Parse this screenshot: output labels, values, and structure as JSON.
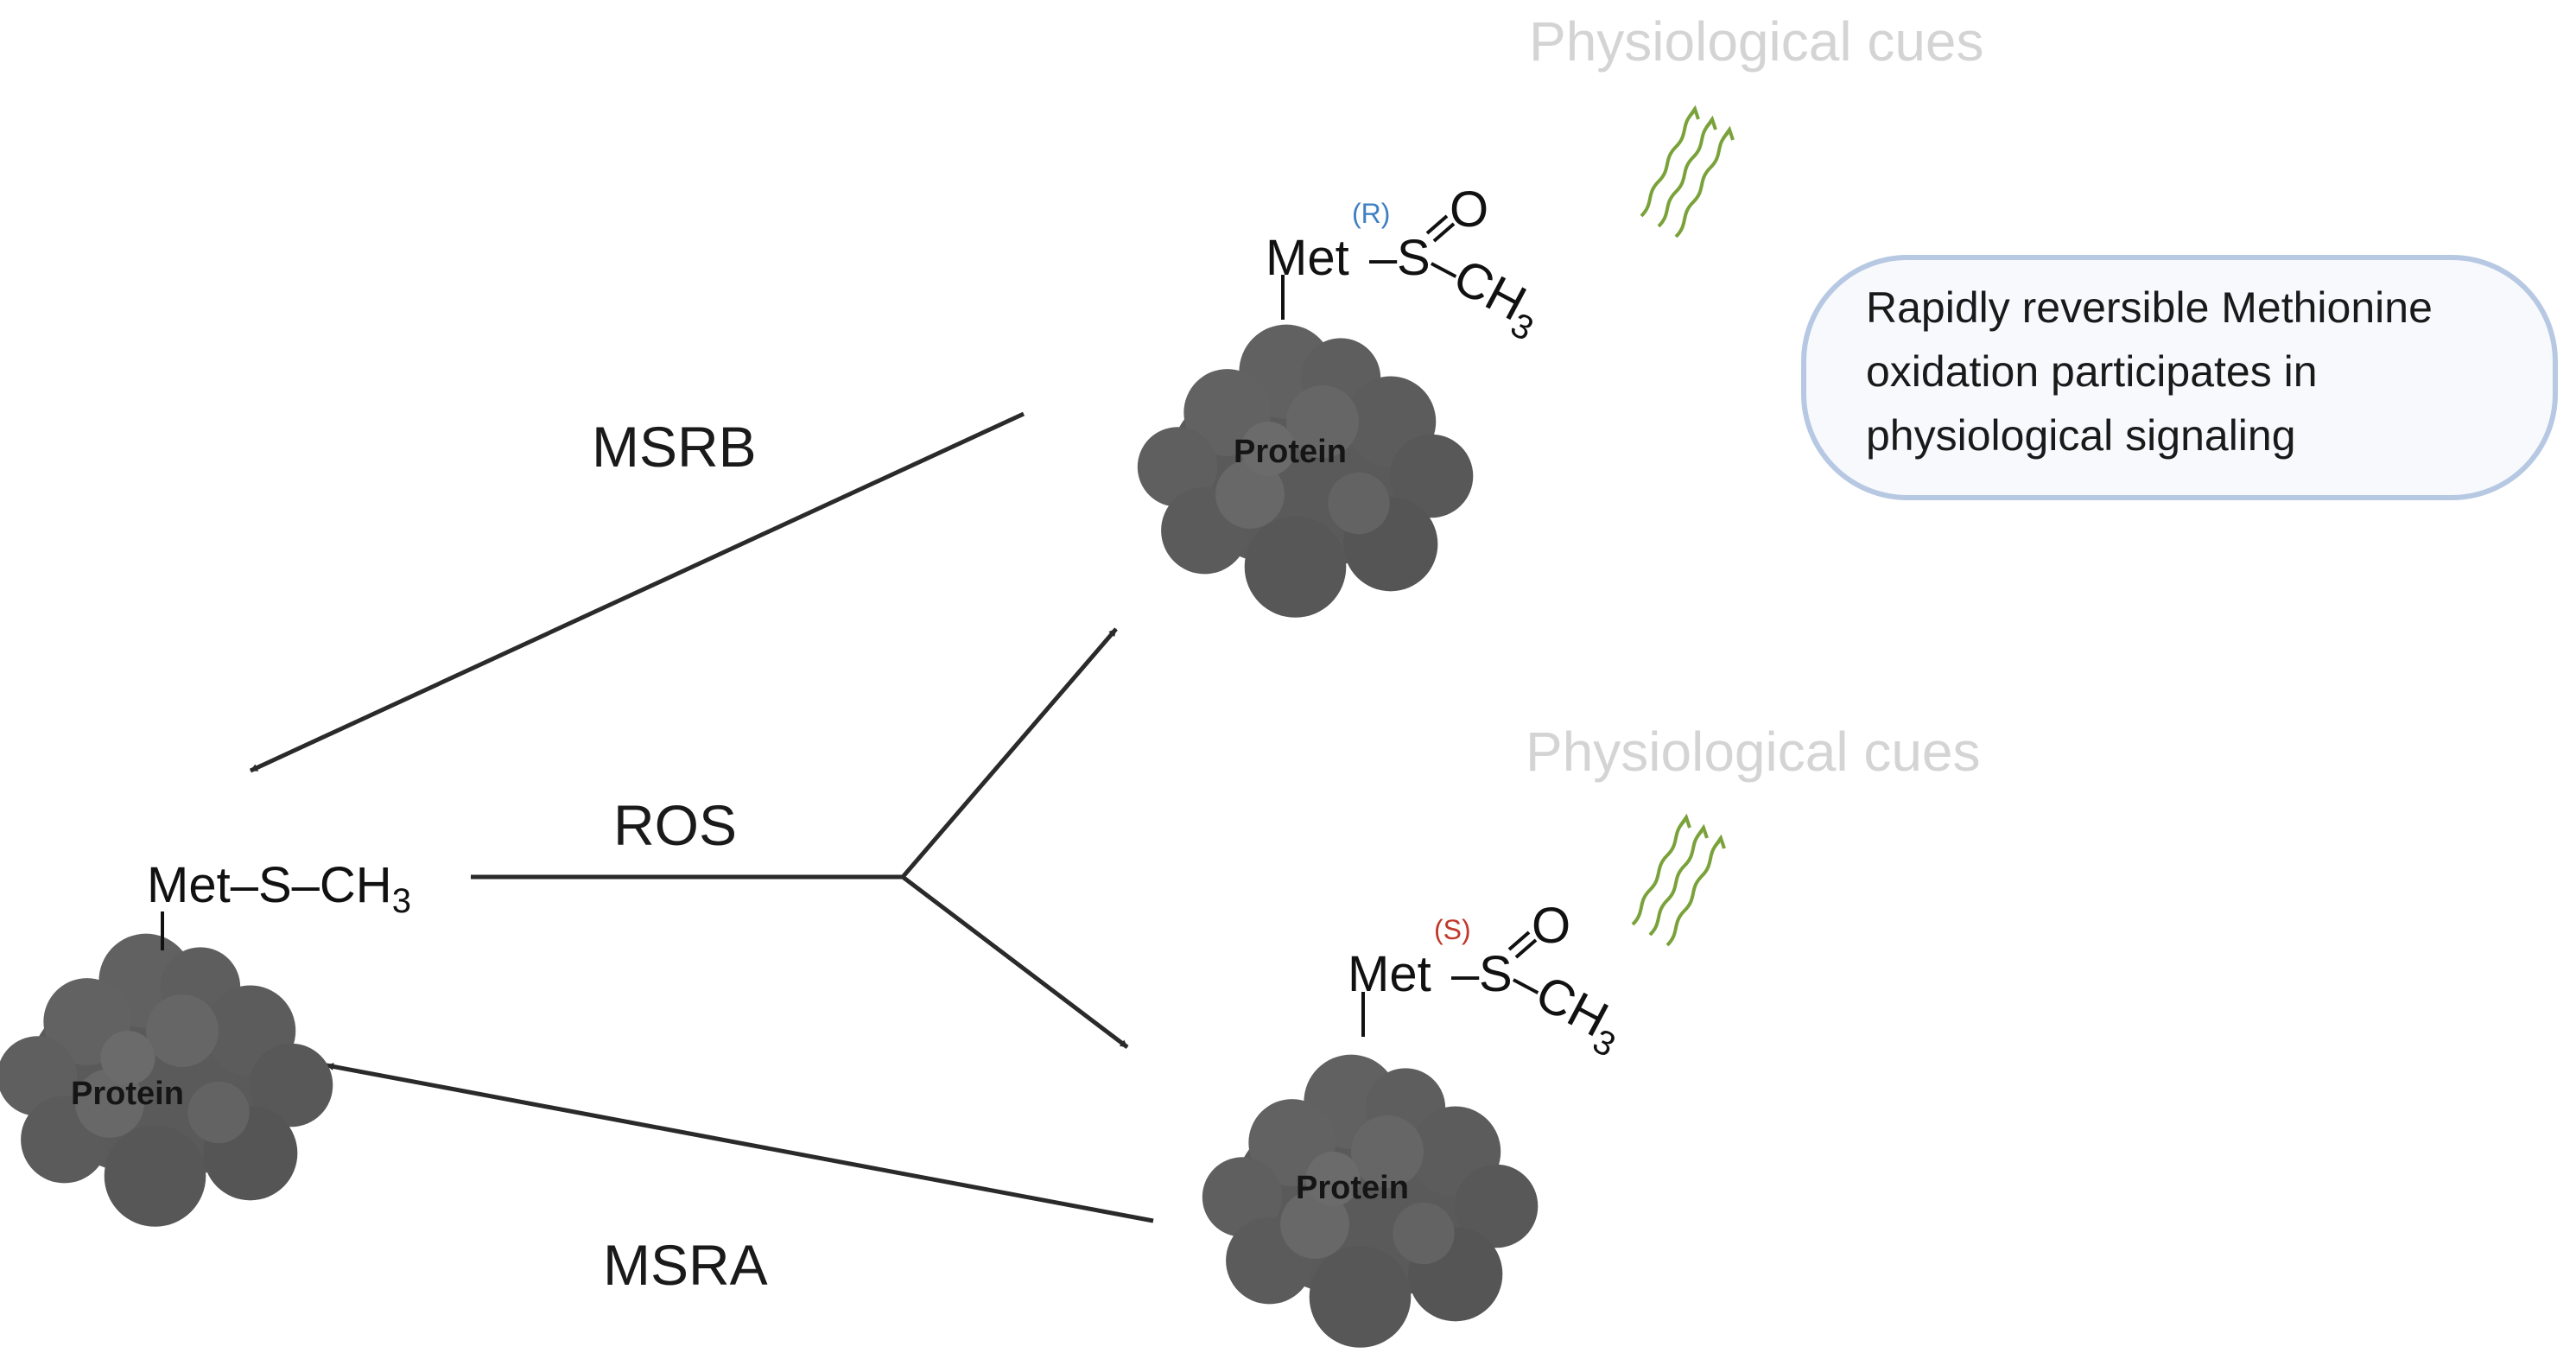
{
  "labels": {
    "msrb": "MSRB",
    "ros": "ROS",
    "msra": "MSRA",
    "cues_top": "Physiological cues",
    "cues_bottom": "Physiological cues"
  },
  "reduced": {
    "met": "Met",
    "sulfur": "S",
    "ch": "CH",
    "sub3": "3",
    "protein": "Protein"
  },
  "oxidized_r": {
    "config": "(R)",
    "met": "Met",
    "sulfur": "S",
    "oxygen": "O",
    "ch": "CH",
    "sub3": "3",
    "protein": "Protein"
  },
  "oxidized_s": {
    "config": "(S)",
    "met": "Met",
    "sulfur": "S",
    "oxygen": "O",
    "ch": "CH",
    "sub3": "3",
    "protein": "Protein"
  },
  "note": {
    "line1": "Rapidly reversible Methionine",
    "line2": "oxidation participates in",
    "line3": "physiological signaling"
  },
  "colors": {
    "protein": "#5a5a5a",
    "arrow": "#2a2a2a",
    "r_config": "#3f7fc4",
    "s_config": "#c0392b",
    "signal_wave": "#7aa23a",
    "cue_text": "#d4d4d4",
    "note_border": "#b7c8e3",
    "note_fill": "#f7f9fd"
  }
}
